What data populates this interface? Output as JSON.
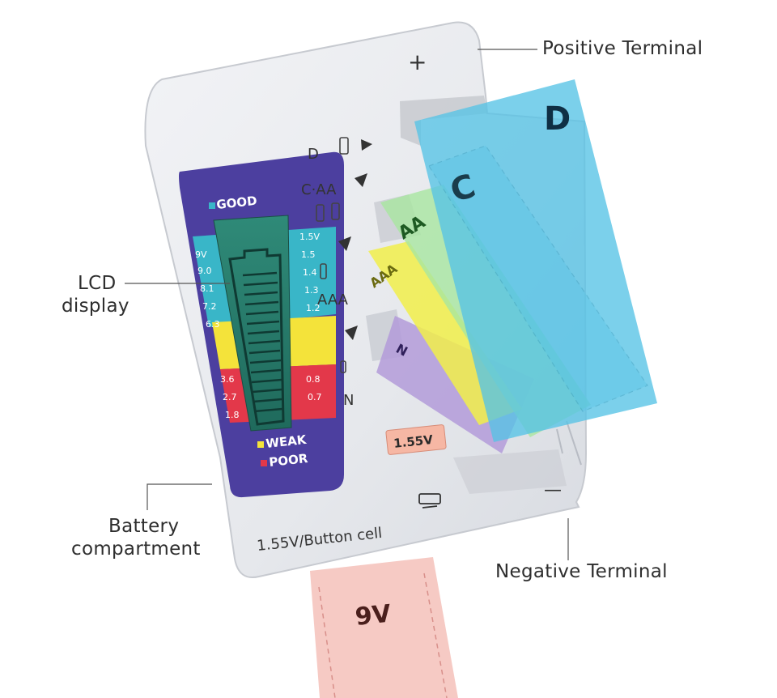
{
  "callouts": {
    "positive_terminal": "Positive Terminal",
    "lcd_display_line1": "LCD",
    "lcd_display_line2": "display",
    "battery_compartment_line1": "Battery",
    "battery_compartment_line2": "compartment",
    "negative_terminal": "Negative Terminal"
  },
  "device": {
    "plus_sign": "+",
    "minus_sign": "—",
    "bottom_label": "1.55V/Button cell",
    "button_badge": "1.55V",
    "slot_labels": {
      "d": "D",
      "c_aa": "C·AA",
      "aaa": "AAA",
      "n": "N"
    }
  },
  "lcd": {
    "good": "GOOD",
    "weak": "WEAK",
    "poor": "POOR",
    "left_scale": [
      "9V",
      "9.0",
      "8.1",
      "7.2",
      "6.3",
      "3.6",
      "2.7",
      "1.8"
    ],
    "right_scale": [
      "1.5V",
      "1.5",
      "1.4",
      "1.3",
      "1.2",
      "0.8",
      "0.7"
    ]
  },
  "batteries": {
    "d": "D",
    "c": "C",
    "aa": "AA",
    "aaa": "AAA",
    "n": "N",
    "nine_volt": "9V"
  },
  "colors": {
    "good_zone": "#39b6c8",
    "weak_zone": "#f4e33a",
    "poor_zone": "#e3384a",
    "lcd_frame": "#4c3f9f",
    "d_battery": "#56c3e6",
    "aa_battery": "#a8e6a0",
    "aaa_battery": "#f1ef4a",
    "n_battery": "#b39bd9",
    "nine_volt_battery": "#f6c7c1"
  }
}
